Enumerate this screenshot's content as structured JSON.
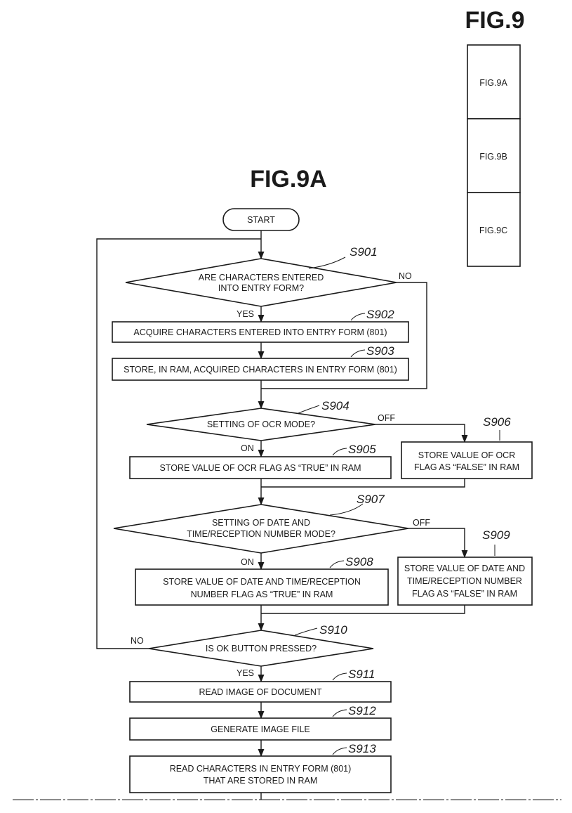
{
  "figure": {
    "overall_label": "FIG.9",
    "title": "FIG.9A",
    "index_parts": [
      "FIG.9A",
      "FIG.9B",
      "FIG.9C"
    ]
  },
  "flowchart": {
    "start": "START",
    "s901": {
      "id": "S901",
      "line1": "ARE CHARACTERS ENTERED",
      "line2": "INTO ENTRY FORM?",
      "yes": "YES",
      "no": "NO"
    },
    "s902": {
      "id": "S902",
      "text": "ACQUIRE CHARACTERS ENTERED INTO ENTRY FORM (801)"
    },
    "s903": {
      "id": "S903",
      "text": "STORE, IN RAM, ACQUIRED CHARACTERS IN ENTRY FORM (801)"
    },
    "s904": {
      "id": "S904",
      "text": "SETTING OF OCR MODE?",
      "on": "ON",
      "off": "OFF"
    },
    "s905": {
      "id": "S905",
      "text": "STORE VALUE OF OCR FLAG AS “TRUE” IN RAM"
    },
    "s906": {
      "id": "S906",
      "line1": "STORE VALUE OF OCR",
      "line2": "FLAG AS “FALSE” IN RAM"
    },
    "s907": {
      "id": "S907",
      "line1": "SETTING OF DATE AND",
      "line2": "TIME/RECEPTION NUMBER MODE?",
      "on": "ON",
      "off": "OFF"
    },
    "s908": {
      "id": "S908",
      "line1": "STORE VALUE OF DATE AND TIME/RECEPTION",
      "line2": "NUMBER FLAG AS “TRUE” IN RAM"
    },
    "s909": {
      "id": "S909",
      "line1": "STORE VALUE OF DATE AND",
      "line2": "TIME/RECEPTION NUMBER",
      "line3": "FLAG AS “FALSE” IN RAM"
    },
    "s910": {
      "id": "S910",
      "text": "IS OK BUTTON PRESSED?",
      "yes": "YES",
      "no": "NO"
    },
    "s911": {
      "id": "S911",
      "text": "READ IMAGE OF DOCUMENT"
    },
    "s912": {
      "id": "S912",
      "text": "GENERATE IMAGE FILE"
    },
    "s913": {
      "id": "S913",
      "line1": "READ CHARACTERS IN ENTRY FORM (801)",
      "line2": "THAT ARE STORED IN RAM"
    }
  }
}
